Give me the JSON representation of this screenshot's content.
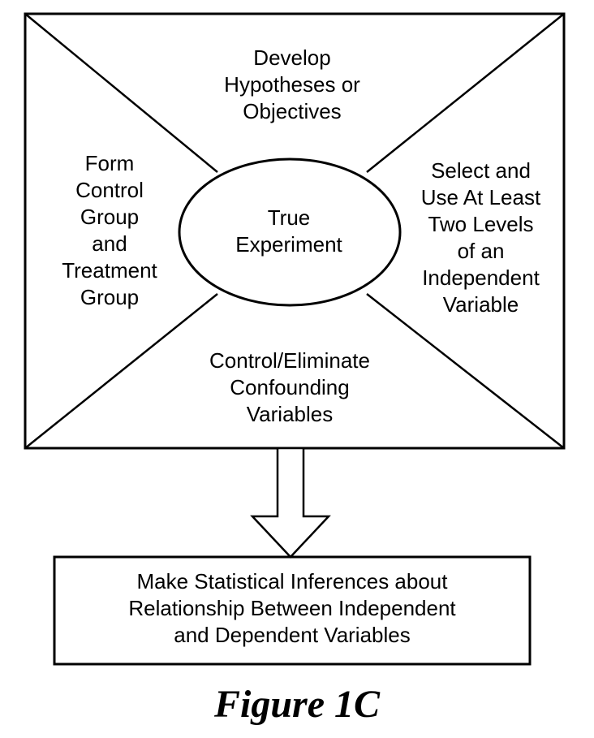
{
  "diagram": {
    "center": "True\nExperiment",
    "top": "Develop\nHypotheses or\nObjectives",
    "left": "Form\nControl\nGroup\nand\nTreatment\nGroup",
    "right": "Select and\nUse At Least\nTwo Levels\nof an\nIndependent\nVariable",
    "bottom": "Control/Eliminate\nConfounding\nVariables",
    "result": "Make Statistical Inferences about\nRelationship Between Independent\nand Dependent Variables"
  },
  "caption": "Figure 1C"
}
